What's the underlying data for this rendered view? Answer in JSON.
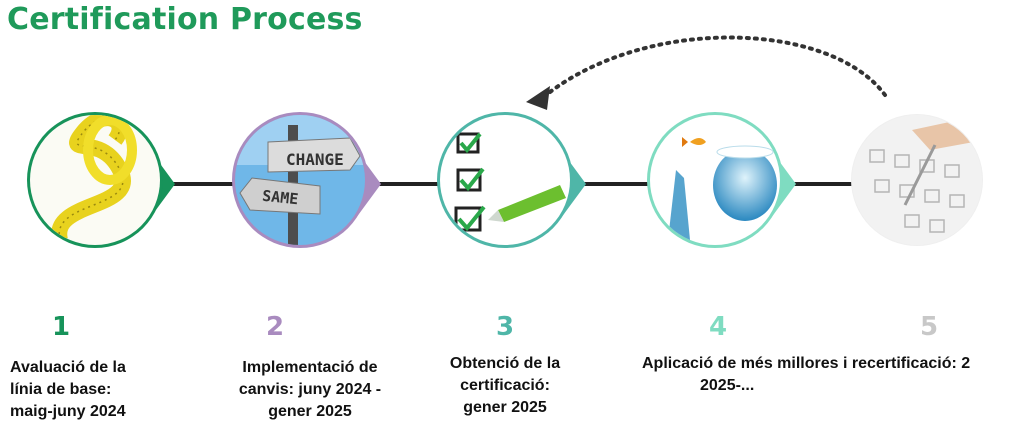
{
  "title": "Certification Process",
  "steps": [
    {
      "number": "1",
      "color": "#17935a",
      "line1": "Avaluació de la",
      "line2": "línia de base:",
      "line3": "maig-juny 2024",
      "image": "measuring-tape"
    },
    {
      "number": "2",
      "color": "#a98bbf",
      "line1": "Implementació de",
      "line2": "canvis: juny 2024 -",
      "line3": "gener 2025",
      "image": "change-same-signpost",
      "sign1": "CHANGE",
      "sign2": "SAME"
    },
    {
      "number": "3",
      "color": "#4fb6a8",
      "line1": "Obtenció de la",
      "line2": "certificació:",
      "line3": "gener 2025",
      "image": "checklist-with-pen"
    },
    {
      "number": "4",
      "color": "#7fdcc1",
      "line1": "Aplicació de més millores i recertificació: 2",
      "line2": "2025-...",
      "image": "goldfish-jumping-bowl"
    },
    {
      "number": "5",
      "color": "#c8c8c8",
      "image": "calendar-with-pen"
    }
  ],
  "colors": {
    "title": "#1f9a5a",
    "connector": "#222222",
    "arrow": "#333333"
  }
}
